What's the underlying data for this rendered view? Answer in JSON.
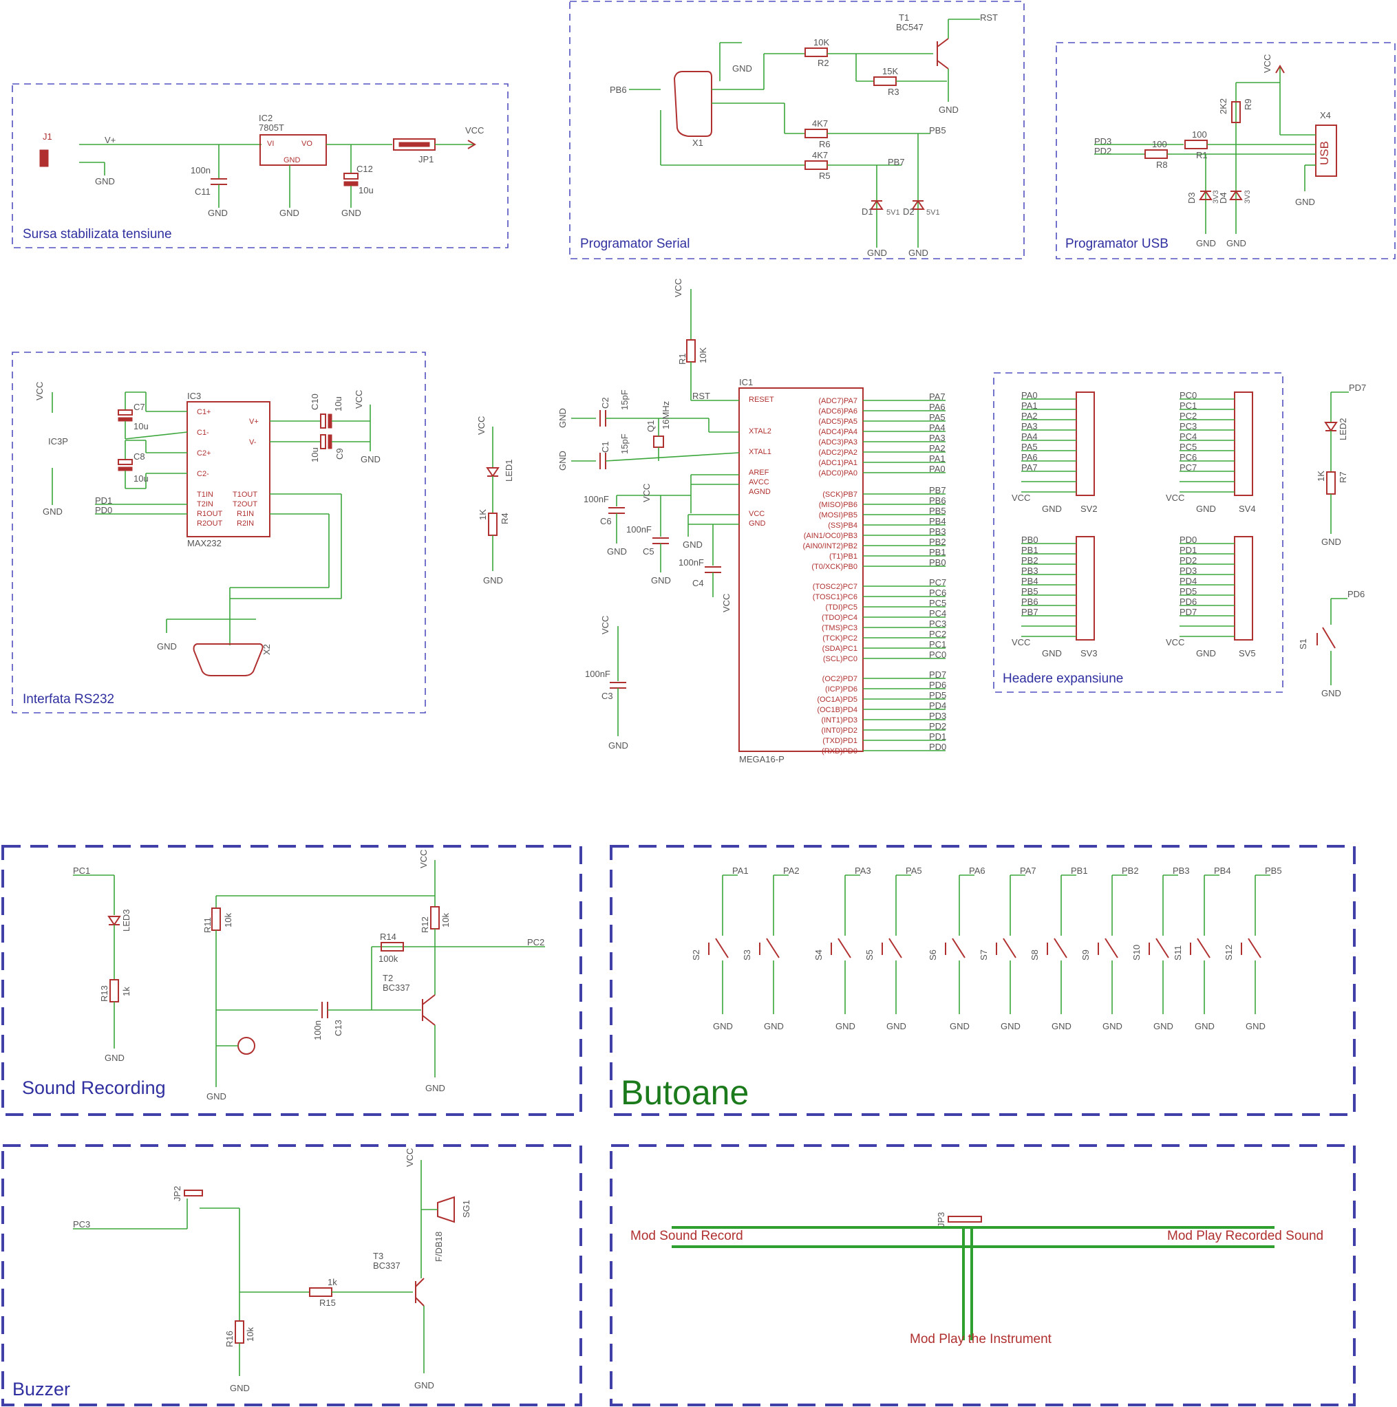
{
  "sections": {
    "power": "Sursa stabilizata tensiune",
    "serial_programmer": "Programator Serial",
    "usb_programmer": "Programator USB",
    "rs232": "Interfata RS232",
    "expansion_headers": "Headere expansiune",
    "sound_recording": "Sound Recording",
    "buttons": "Butoane",
    "buzzer": "Buzzer"
  },
  "power": {
    "j1": "J1",
    "vplus": "V+",
    "ic2": "IC2",
    "ic2_type": "7805T",
    "vi": "VI",
    "vo": "VO",
    "gnd": "GND",
    "c11": "C11",
    "c11_val": "100n",
    "c12": "C12",
    "c12_val": "10u",
    "jp1": "JP1",
    "vcc": "VCC"
  },
  "serial_programmer": {
    "t1": "T1",
    "t1_type": "BC547",
    "rst": "RST",
    "r2": "R2",
    "r2_val": "10K",
    "r3": "R3",
    "r3_val": "15K",
    "r6": "R6",
    "r6_val": "4K7",
    "r5": "R5",
    "r5_val": "4K7",
    "pb6": "PB6",
    "pb5": "PB5",
    "pb7": "PB7",
    "x1": "X1",
    "d1": "D1",
    "d2": "D2",
    "zener": "5V1",
    "gnd": "GND"
  },
  "usb_programmer": {
    "x4": "X4",
    "usb": "USB",
    "pd3": "PD3",
    "pd2": "PD2",
    "r8": "R8",
    "r8_val": "100",
    "r1x": "R1",
    "r1x_val": "100",
    "r9": "R9",
    "r9_val": "2K2",
    "d3": "D3",
    "d4": "D4",
    "zener": "3V3",
    "vcc": "VCC",
    "gnd": "GND"
  },
  "rs232": {
    "ic3": "IC3",
    "ic3_type": "MAX232",
    "ic3p": "IC3P",
    "pins_left": [
      "C1+",
      "C1-",
      "C2+",
      "C2-",
      "T1IN",
      "T2IN",
      "R1OUT",
      "R2OUT"
    ],
    "pins_right": [
      "V+",
      "V-",
      "T1OUT",
      "T2OUT",
      "R1IN",
      "R2IN"
    ],
    "c7": "C7",
    "c8": "C8",
    "c9": "C9",
    "c10": "C10",
    "cap_val": "10u",
    "pd1": "PD1",
    "pd0": "PD0",
    "x2": "X2",
    "vcc": "VCC",
    "gnd": "GND"
  },
  "led1": {
    "name": "LED1",
    "r4": "R4",
    "r4_val": "1K",
    "vcc": "VCC",
    "gnd": "GND"
  },
  "mcu": {
    "ic1": "IC1",
    "type": "MEGA16-P",
    "r1": "R1",
    "r1_val": "10K",
    "rst": "RST",
    "q1": "Q1",
    "q1_val": "16MHz",
    "c1": "C1",
    "c2": "C2",
    "c_val": "15pF",
    "c3": "C3",
    "c4": "C4",
    "c5": "C5",
    "c6": "C6",
    "c_dec": "100nF",
    "vcc": "VCC",
    "gnd": "GND",
    "left_pins": [
      "RESET",
      "XTAL2",
      "XTAL1",
      "AREF",
      "AVCC",
      "AGND",
      "VCC",
      "GND"
    ],
    "pa": [
      "(ADC7)PA7",
      "(ADC6)PA6",
      "(ADC5)PA5",
      "(ADC4)PA4",
      "(ADC3)PA3",
      "(ADC2)PA2",
      "(ADC1)PA1",
      "(ADC0)PA0"
    ],
    "pb": [
      "(SCK)PB7",
      "(MISO)PB6",
      "(MOSI)PB5",
      "(SS)PB4",
      "(AIN1/OC0)PB3",
      "(AIN0/INT2)PB2",
      "(T1)PB1",
      "(T0/XCK)PB0"
    ],
    "pc": [
      "(TOSC2)PC7",
      "(TOSC1)PC6",
      "(TDI)PC5",
      "(TDO)PC4",
      "(TMS)PC3",
      "(TCK)PC2",
      "(SDA)PC1",
      "(SCL)PC0"
    ],
    "pd": [
      "(OC2)PD7",
      "(ICP)PD6",
      "(OC1A)PD5",
      "(OC1B)PD4",
      "(INT1)PD3",
      "(INT0)PD2",
      "(TXD)PD1",
      "(RXD)PD0"
    ],
    "pa_nets": [
      "PA7",
      "PA6",
      "PA5",
      "PA4",
      "PA3",
      "PA2",
      "PA1",
      "PA0"
    ],
    "pb_nets": [
      "PB7",
      "PB6",
      "PB5",
      "PB4",
      "PB3",
      "PB2",
      "PB1",
      "PB0"
    ],
    "pc_nets": [
      "PC7",
      "PC6",
      "PC5",
      "PC4",
      "PC3",
      "PC2",
      "PC1",
      "PC0"
    ],
    "pd_nets": [
      "PD7",
      "PD6",
      "PD5",
      "PD4",
      "PD3",
      "PD2",
      "PD1",
      "PD0"
    ]
  },
  "headers": {
    "sv2": "SV2",
    "sv3": "SV3",
    "sv4": "SV4",
    "sv5": "SV5",
    "sv2_nets": [
      "PA0",
      "PA1",
      "PA2",
      "PA3",
      "PA4",
      "PA5",
      "PA6",
      "PA7"
    ],
    "sv3_nets": [
      "PB0",
      "PB1",
      "PB2",
      "PB3",
      "PB4",
      "PB5",
      "PB6",
      "PB7"
    ],
    "sv4_nets": [
      "PC0",
      "PC1",
      "PC2",
      "PC3",
      "PC4",
      "PC5",
      "PC6",
      "PC7"
    ],
    "sv5_nets": [
      "PD0",
      "PD1",
      "PD2",
      "PD3",
      "PD4",
      "PD5",
      "PD6",
      "PD7"
    ],
    "vcc": "VCC",
    "gnd": "GND"
  },
  "led2": {
    "name": "LED2",
    "r7": "R7",
    "r7_val": "1K",
    "pd7": "PD7",
    "gnd": "GND"
  },
  "s1": {
    "name": "S1",
    "pd6": "PD6",
    "gnd": "GND"
  },
  "sound_recording": {
    "pc1": "PC1",
    "led3": "LED3",
    "r13": "R13",
    "r13_val": "1k",
    "r11": "R11",
    "r11_val": "10k",
    "r12": "R12",
    "r12_val": "10k",
    "r14": "R14",
    "r14_val": "100k",
    "c13": "C13",
    "c13_val": "100n",
    "t2": "T2",
    "t2_type": "BC337",
    "pc2": "PC2",
    "vcc": "VCC",
    "gnd": "GND"
  },
  "buttons": {
    "nets": [
      "PA1",
      "PA2",
      "PA3",
      "PA5",
      "PA6",
      "PA7",
      "PB1",
      "PB2",
      "PB3",
      "PB4",
      "PB5"
    ],
    "switches": [
      "S2",
      "S3",
      "S4",
      "S5",
      "S6",
      "S7",
      "S8",
      "S9",
      "S10",
      "S11",
      "S12"
    ],
    "gnd": "GND"
  },
  "buzzer": {
    "jp2": "JP2",
    "pc3": "PC3",
    "r15": "R15",
    "r15_val": "1k",
    "r16": "R16",
    "r16_val": "10k",
    "t3": "T3",
    "t3_type": "BC337",
    "sg1": "SG1",
    "sg1_type": "F/DB18",
    "vcc": "VCC",
    "gnd": "GND"
  },
  "modes": {
    "jp3": "JP3",
    "record": "Mod Sound Record",
    "play_recorded": "Mod Play Recorded Sound",
    "instrument": "Mod Play the Instrument"
  },
  "colors": {
    "frame": "#5050c0",
    "wire": "#3aa63a",
    "part": "#b03030",
    "title": "#3030a0",
    "green_title": "#1b7a1b"
  }
}
